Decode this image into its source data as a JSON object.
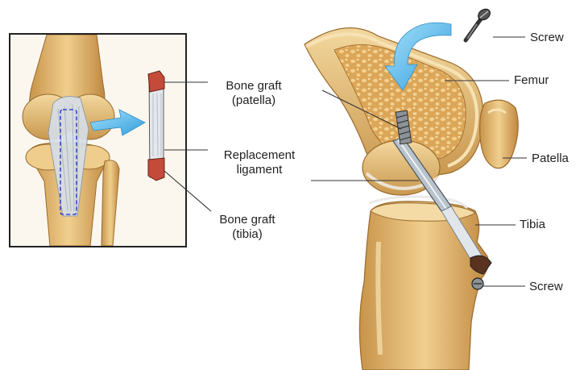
{
  "labels": {
    "bone_graft_patella": [
      "Bone graft",
      "(patella)"
    ],
    "replacement_ligament": [
      "Replacement",
      "ligament"
    ],
    "bone_graft_tibia": [
      "Bone graft",
      "(tibia)"
    ],
    "screw_top": "Screw",
    "femur": "Femur",
    "patella": "Patella",
    "tibia": "Tibia",
    "screw_bottom": "Screw"
  },
  "colors": {
    "bone": "#e9c27d",
    "bone_shadow": "#b98a3e",
    "bone_highlight": "#f7e2b4",
    "marrow": "#d9a553",
    "ligament": "#cfd8e0",
    "arrow": "#4fb5e8",
    "outline": "#5a4020",
    "graft_red": "#b33a2a"
  },
  "icons": [
    "screw-icon",
    "arrow-icon"
  ]
}
